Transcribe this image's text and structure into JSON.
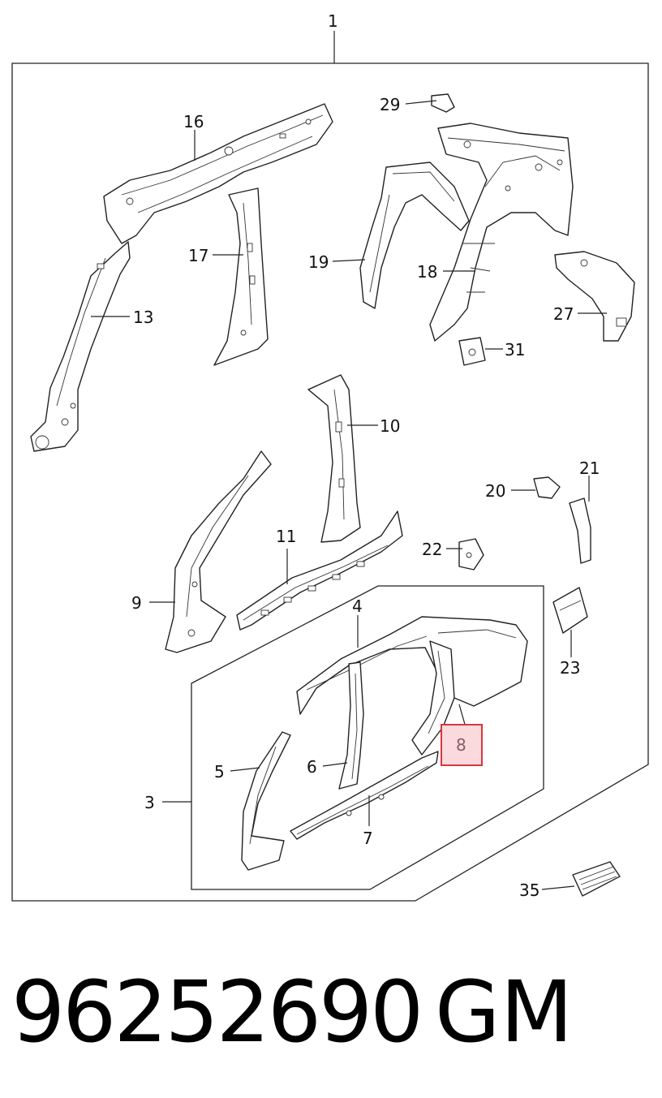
{
  "callouts": {
    "c1": "1",
    "c3": "3",
    "c4": "4",
    "c5": "5",
    "c6": "6",
    "c7": "7",
    "c8": "8",
    "c9": "9",
    "c10": "10",
    "c11": "11",
    "c13": "13",
    "c16": "16",
    "c17": "17",
    "c18": "18",
    "c19": "19",
    "c20": "20",
    "c21": "21",
    "c22": "22",
    "c23": "23",
    "c27": "27",
    "c29": "29",
    "c31": "31",
    "c35": "35"
  },
  "highlight": {
    "callout": "8",
    "fill": "#fadadd",
    "stroke": "#d9363e"
  },
  "footer": {
    "part_number": "96252690",
    "brand": "GM"
  }
}
